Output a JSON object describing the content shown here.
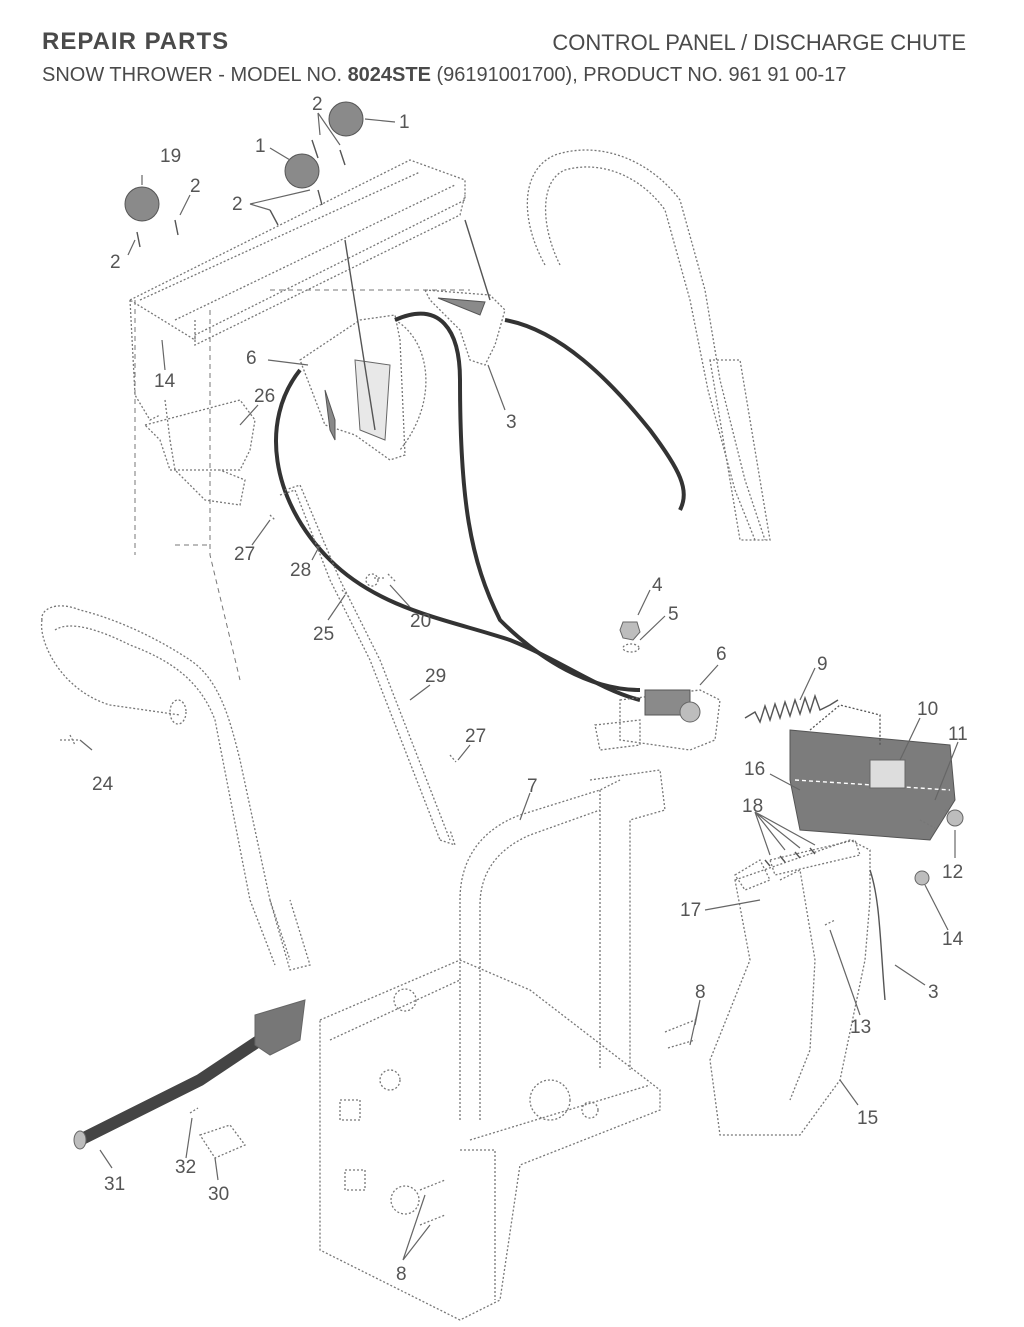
{
  "header": {
    "title_left": "REPAIR PARTS",
    "title_right": "CONTROL PANEL / DISCHARGE CHUTE",
    "subtitle_pre": "SNOW THROWER - MODEL NO.",
    "subtitle_model": "8024STE",
    "subtitle_post": "(96191001700), PRODUCT NO. 961 91 00-17"
  },
  "callouts": [
    {
      "id": "c1a",
      "text": "2"
    },
    {
      "id": "c1b",
      "text": "1"
    },
    {
      "id": "c1c",
      "text": "1"
    },
    {
      "id": "c1d",
      "text": "19"
    },
    {
      "id": "c1e",
      "text": "2"
    },
    {
      "id": "c1f",
      "text": "2"
    },
    {
      "id": "c1g",
      "text": "2"
    },
    {
      "id": "c1h",
      "text": "6"
    },
    {
      "id": "c1i",
      "text": "14"
    },
    {
      "id": "c1j",
      "text": "26"
    },
    {
      "id": "c1k",
      "text": "3"
    },
    {
      "id": "c1l",
      "text": "27"
    },
    {
      "id": "c1m",
      "text": "28"
    },
    {
      "id": "c1n",
      "text": "20"
    },
    {
      "id": "c1o",
      "text": "25"
    },
    {
      "id": "c1p",
      "text": "4"
    },
    {
      "id": "c1q",
      "text": "5"
    },
    {
      "id": "c1r",
      "text": "6"
    },
    {
      "id": "c1s",
      "text": "9"
    },
    {
      "id": "c1t",
      "text": "29"
    },
    {
      "id": "c1u",
      "text": "10"
    },
    {
      "id": "c1v",
      "text": "11"
    },
    {
      "id": "c1w",
      "text": "27"
    },
    {
      "id": "c1x",
      "text": "24"
    },
    {
      "id": "c1y",
      "text": "16"
    },
    {
      "id": "c1z",
      "text": "7"
    },
    {
      "id": "c2a",
      "text": "18"
    },
    {
      "id": "c2b",
      "text": "12"
    },
    {
      "id": "c2c",
      "text": "17"
    },
    {
      "id": "c2d",
      "text": "14"
    },
    {
      "id": "c2e",
      "text": "3"
    },
    {
      "id": "c2f",
      "text": "13"
    },
    {
      "id": "c2g",
      "text": "8"
    },
    {
      "id": "c2h",
      "text": "15"
    },
    {
      "id": "c2i",
      "text": "31"
    },
    {
      "id": "c2j",
      "text": "32"
    },
    {
      "id": "c2k",
      "text": "30"
    },
    {
      "id": "c2l",
      "text": "8"
    }
  ]
}
